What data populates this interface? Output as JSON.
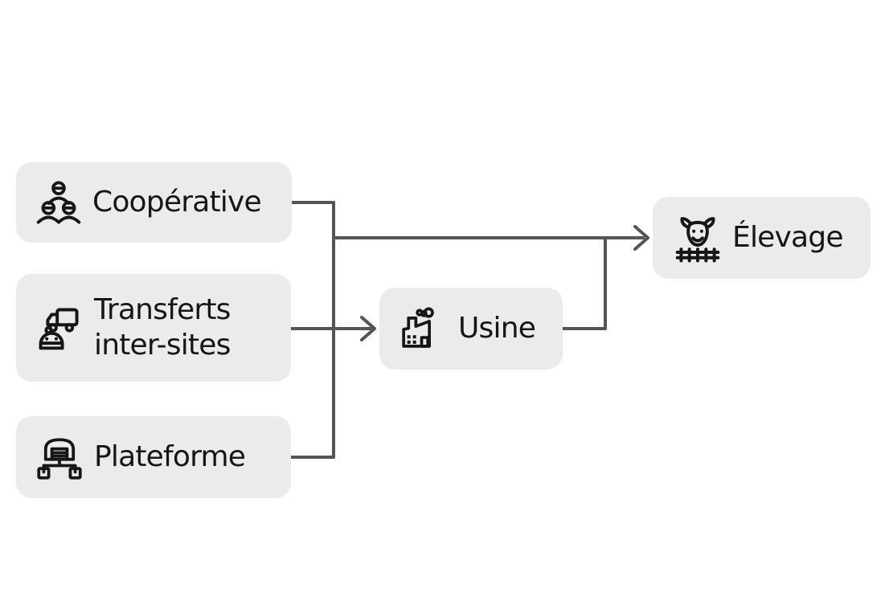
{
  "diagram": {
    "colors": {
      "background": "#ffffff",
      "node_fill": "#ebebeb",
      "connector": "#555555",
      "text": "#161616"
    },
    "nodes": [
      {
        "id": "cooperative",
        "label": "Coopérative",
        "icon": "people-group-icon"
      },
      {
        "id": "transferts-inter-sites",
        "label": "Transferts inter-sites",
        "label_lines": [
          "Transferts",
          "inter-sites"
        ],
        "icon": "courier-truck-icon"
      },
      {
        "id": "plateforme",
        "label": "Plateforme",
        "icon": "warehouse-network-icon"
      },
      {
        "id": "usine",
        "label": "Usine",
        "icon": "factory-icon"
      },
      {
        "id": "elevage",
        "label": "Élevage",
        "icon": "cow-fence-icon"
      }
    ],
    "edges": [
      {
        "from": "cooperative",
        "to": "merge-junction",
        "arrow": false
      },
      {
        "from": "plateforme",
        "to": "merge-junction",
        "arrow": false
      },
      {
        "from": "transferts-inter-sites",
        "to": "usine",
        "arrow": true
      },
      {
        "from": "merge-junction",
        "to": "elevage",
        "arrow": true
      },
      {
        "from": "usine",
        "to": "elevage",
        "arrow": true
      }
    ]
  }
}
